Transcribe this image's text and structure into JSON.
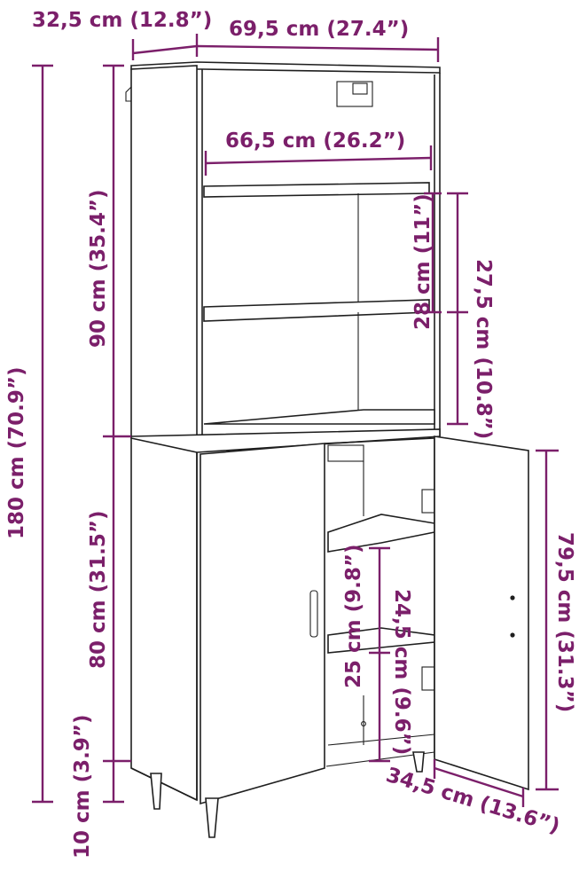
{
  "diagram": {
    "accent_color": "#7b1f6a",
    "line_color": "#1f1f1f",
    "dimensions": {
      "depth_top": "32,5 cm (12.8”)",
      "width_top": "69,5 cm (27.4”)",
      "inner_width": "66,5 cm (26.2”)",
      "total_height": "180 cm (70.9”)",
      "upper_height": "90 cm (35.4”)",
      "lower_height": "80 cm (31.5”)",
      "leg_height": "10 cm (3.9”)",
      "shelf_gap_28": "28 cm (11”)",
      "shelf_gap_27_5": "27,5 cm (10.8”)",
      "door_height": "79,5 cm (31.3”)",
      "door_width": "34,5 cm (13.6”)",
      "lower_shelf_25": "25 cm (9.8”)",
      "lower_shelf_24_5": "24,5 cm (9.6”)"
    }
  }
}
